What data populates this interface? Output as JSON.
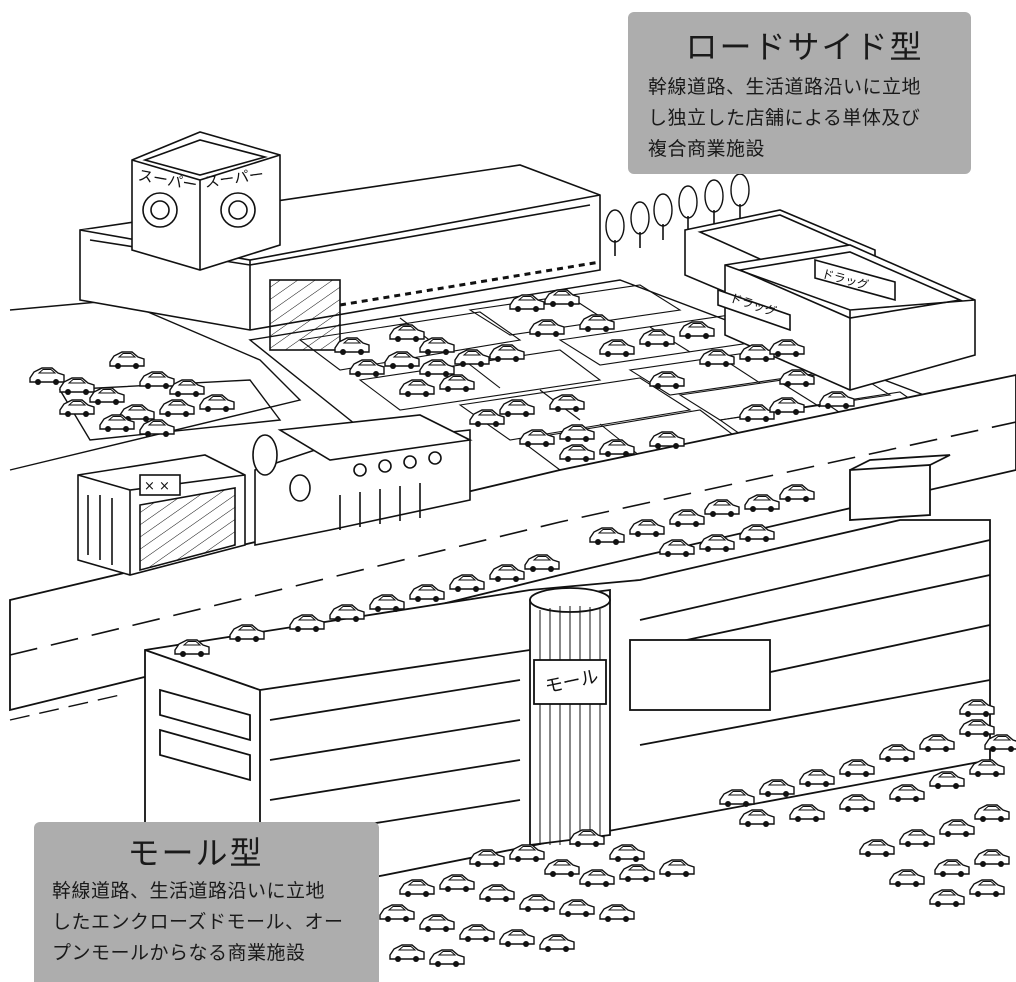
{
  "roadside": {
    "title": "ロードサイド型",
    "desc_lines": [
      "幹線道路、生活道路沿いに立地",
      "し独立した店舗による単体及び",
      "複合商業施設"
    ]
  },
  "mall": {
    "title": "モール型",
    "desc_lines": [
      "幹線道路、生活道路沿いに立地",
      "したエンクローズドモール、オー",
      "プンモールからなる商業施設"
    ]
  },
  "signs": {
    "super_left": "スーパー",
    "super_right": "スーパー",
    "drug_front": "ドラッグ",
    "drug_roof": "ドラッグ",
    "shop_small": "× ×",
    "mall": "モール"
  },
  "icons": [
    "building-icon",
    "car-icon",
    "tree-icon",
    "road-icon"
  ]
}
